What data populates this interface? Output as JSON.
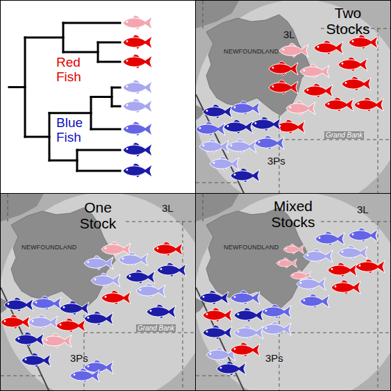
{
  "diagram": {
    "nodes": [
      {
        "text": [
          "Two Stocks"
        ]
      },
      {
        "text": [
          "One Stock"
        ]
      },
      {
        "text": [
          "Mixed Stocks"
        ]
      }
    ],
    "labels": [
      "Red Fish",
      "Blue Fish",
      "NEWFOUNDLAND",
      "3L",
      "Grand Bank",
      "3Ps",
      "NEWFOUNDLAND",
      "3L",
      "Grand Bank",
      "3Ps",
      "NEWFOUNDLAND",
      "3L",
      "3Ps"
    ]
  }
}
